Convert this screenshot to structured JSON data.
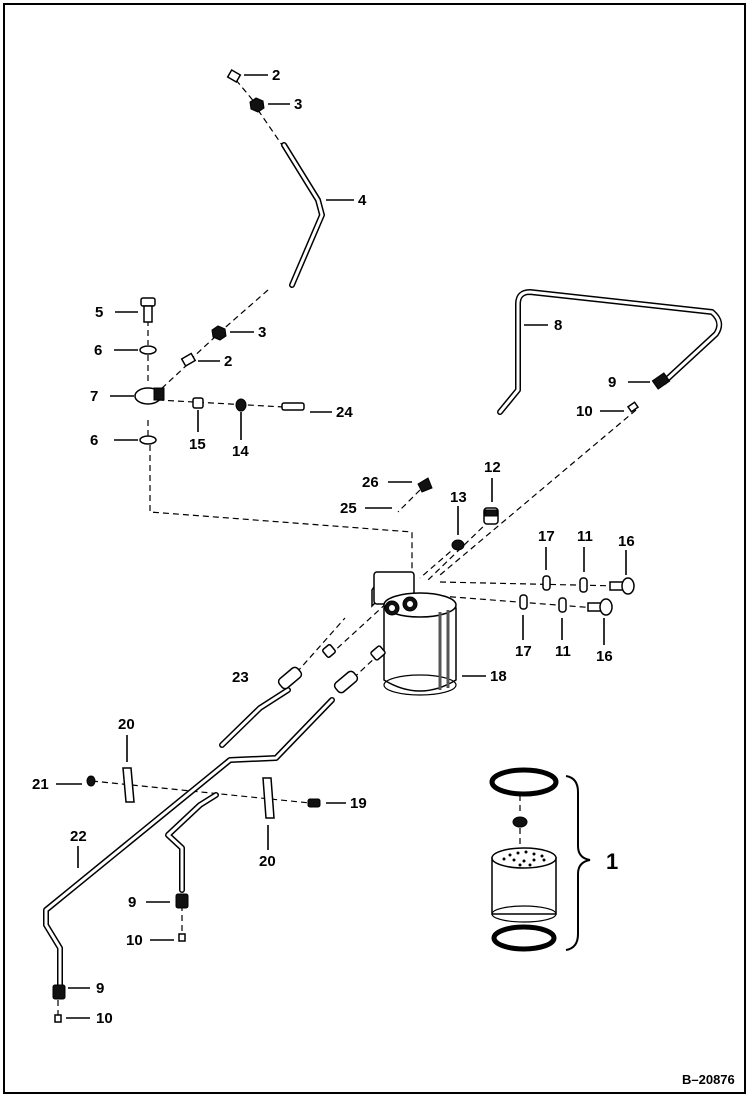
{
  "figure_id": "B–20876",
  "callouts": {
    "c1": "1",
    "c2a": "2",
    "c2b": "2",
    "c3a": "3",
    "c3b": "3",
    "c4": "4",
    "c5": "5",
    "c6a": "6",
    "c6b": "6",
    "c7": "7",
    "c8": "8",
    "c9a": "9",
    "c9b": "9",
    "c9c": "9",
    "c10a": "10",
    "c10b": "10",
    "c10c": "10",
    "c11a": "11",
    "c11b": "11",
    "c12": "12",
    "c13": "13",
    "c14": "14",
    "c15": "15",
    "c16a": "16",
    "c16b": "16",
    "c17a": "17",
    "c17b": "17",
    "c18": "18",
    "c19": "19",
    "c20a": "20",
    "c20b": "20",
    "c21": "21",
    "c22": "22",
    "c23": "23",
    "c24": "24",
    "c25": "25",
    "c26": "26"
  }
}
